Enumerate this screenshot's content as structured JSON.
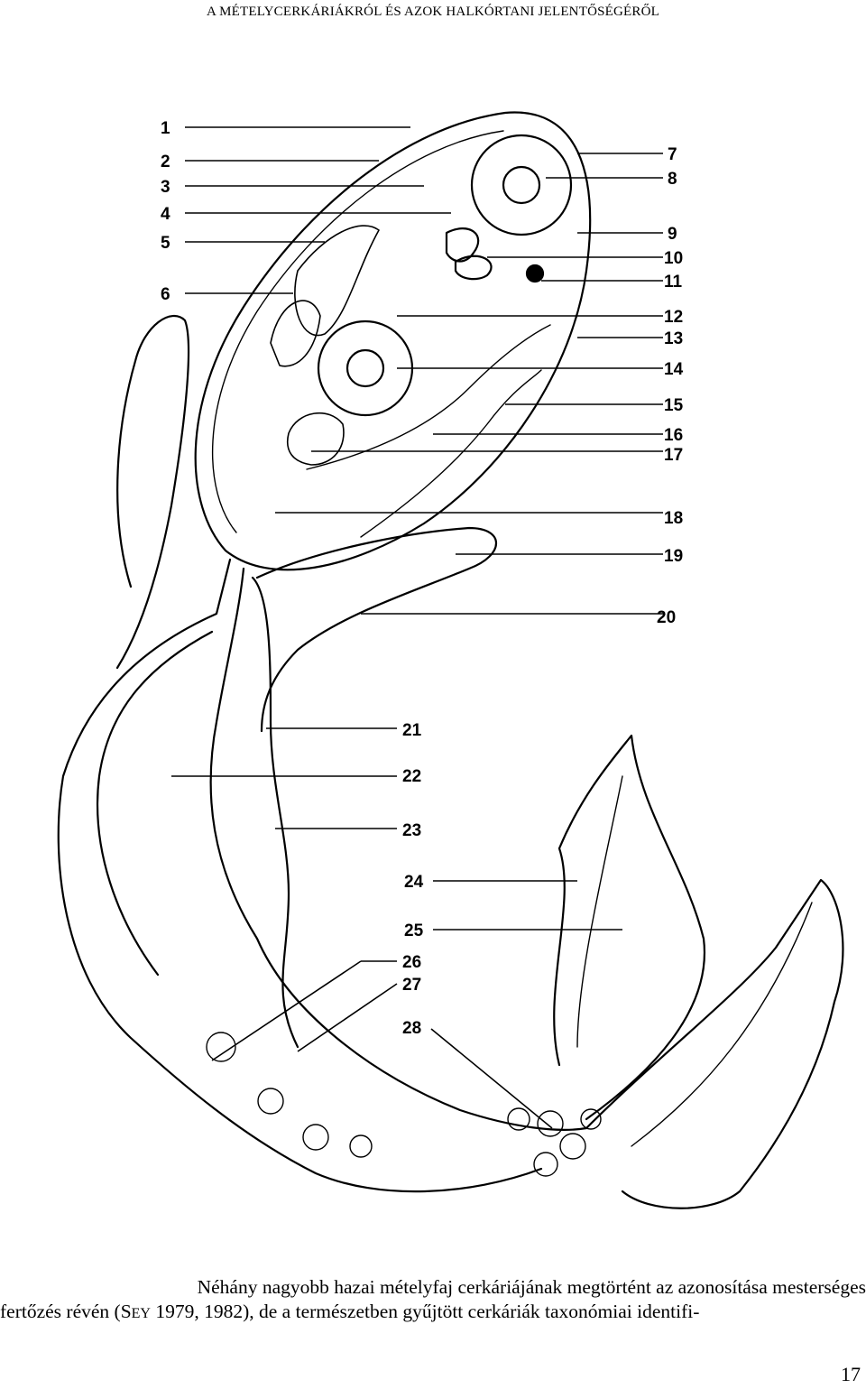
{
  "header": {
    "title": "A MÉTELYCERKÁRIÁKRÓL ÉS AZOK HALKÓRTANI JELENTŐSÉGÉRŐL"
  },
  "figure": {
    "labels": [
      "1",
      "2",
      "3",
      "4",
      "5",
      "6",
      "7",
      "8",
      "9",
      "10",
      "11",
      "12",
      "13",
      "14",
      "15",
      "16",
      "17",
      "18",
      "19",
      "20",
      "21",
      "22",
      "23",
      "24",
      "25",
      "26",
      "27",
      "28"
    ]
  },
  "text": {
    "line1": "Néhány nagyobb hazai mételyfaj cerkáriájának megtörtént az azonosítása mesterséges",
    "line2_a": "fertőzés révén (S",
    "line2_sc": "EY",
    "line2_b": " 1979, 1982), de a természetben gyűjtött cerkáriák taxonómiai identifi-"
  },
  "page": {
    "number": "17"
  }
}
